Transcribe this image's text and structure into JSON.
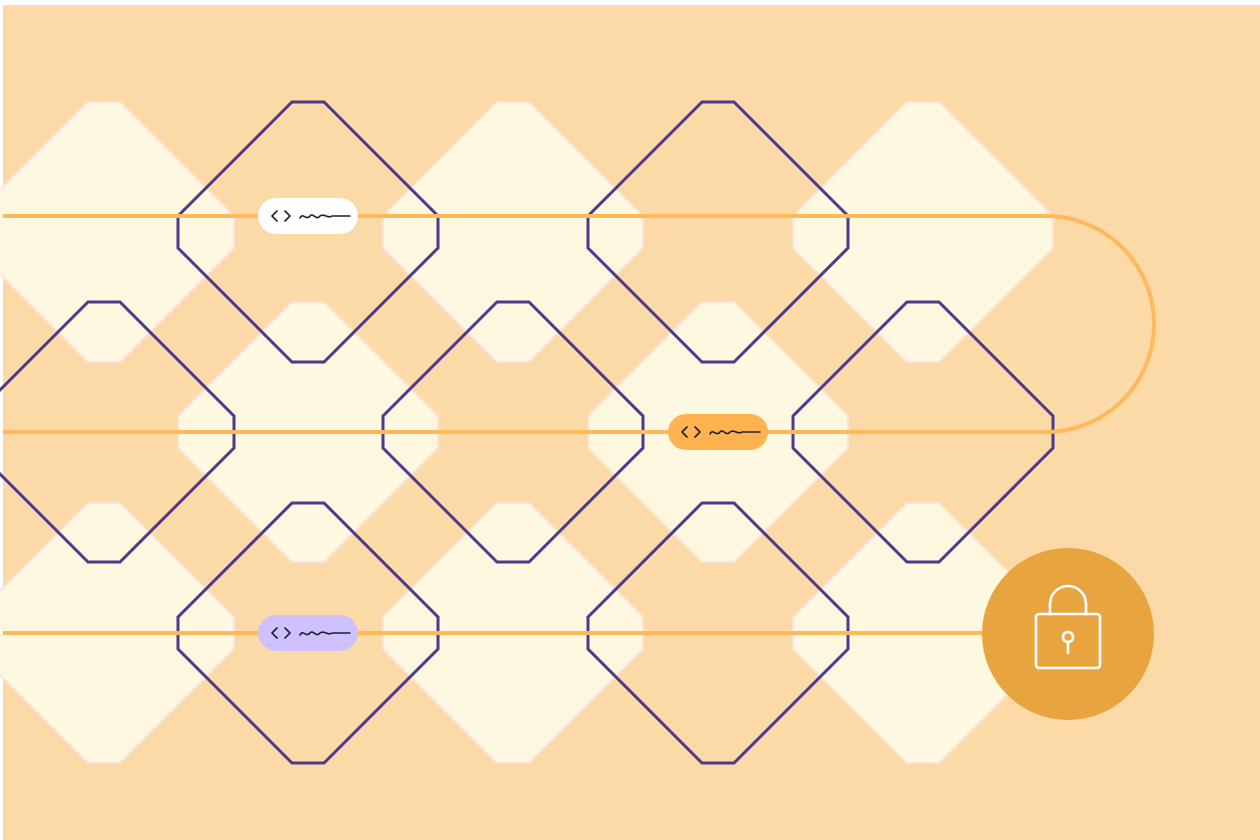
{
  "colors": {
    "background": "#fcdaa7",
    "diamond_fill": "#fff8e1",
    "diamond_edge": "#fbe3dc",
    "outline": "#4e3a8a",
    "track": "#ffb85a",
    "lock_circle": "#e8a43f",
    "lock_stroke": "#ffffff",
    "pill_white": "#ffffff",
    "pill_orange": "#ffb24f",
    "pill_purple": "#cfc0ff",
    "pill_glyph": "#1f1f2e"
  },
  "tracks": [
    {
      "name": "track-top",
      "pill_color_key": "pill_white",
      "pill_icon": "code-brackets-icon"
    },
    {
      "name": "track-middle",
      "pill_color_key": "pill_orange",
      "pill_icon": "code-brackets-icon"
    },
    {
      "name": "track-bottom",
      "pill_color_key": "pill_purple",
      "pill_icon": "code-brackets-icon"
    }
  ],
  "lock": {
    "icon": "padlock-icon"
  }
}
